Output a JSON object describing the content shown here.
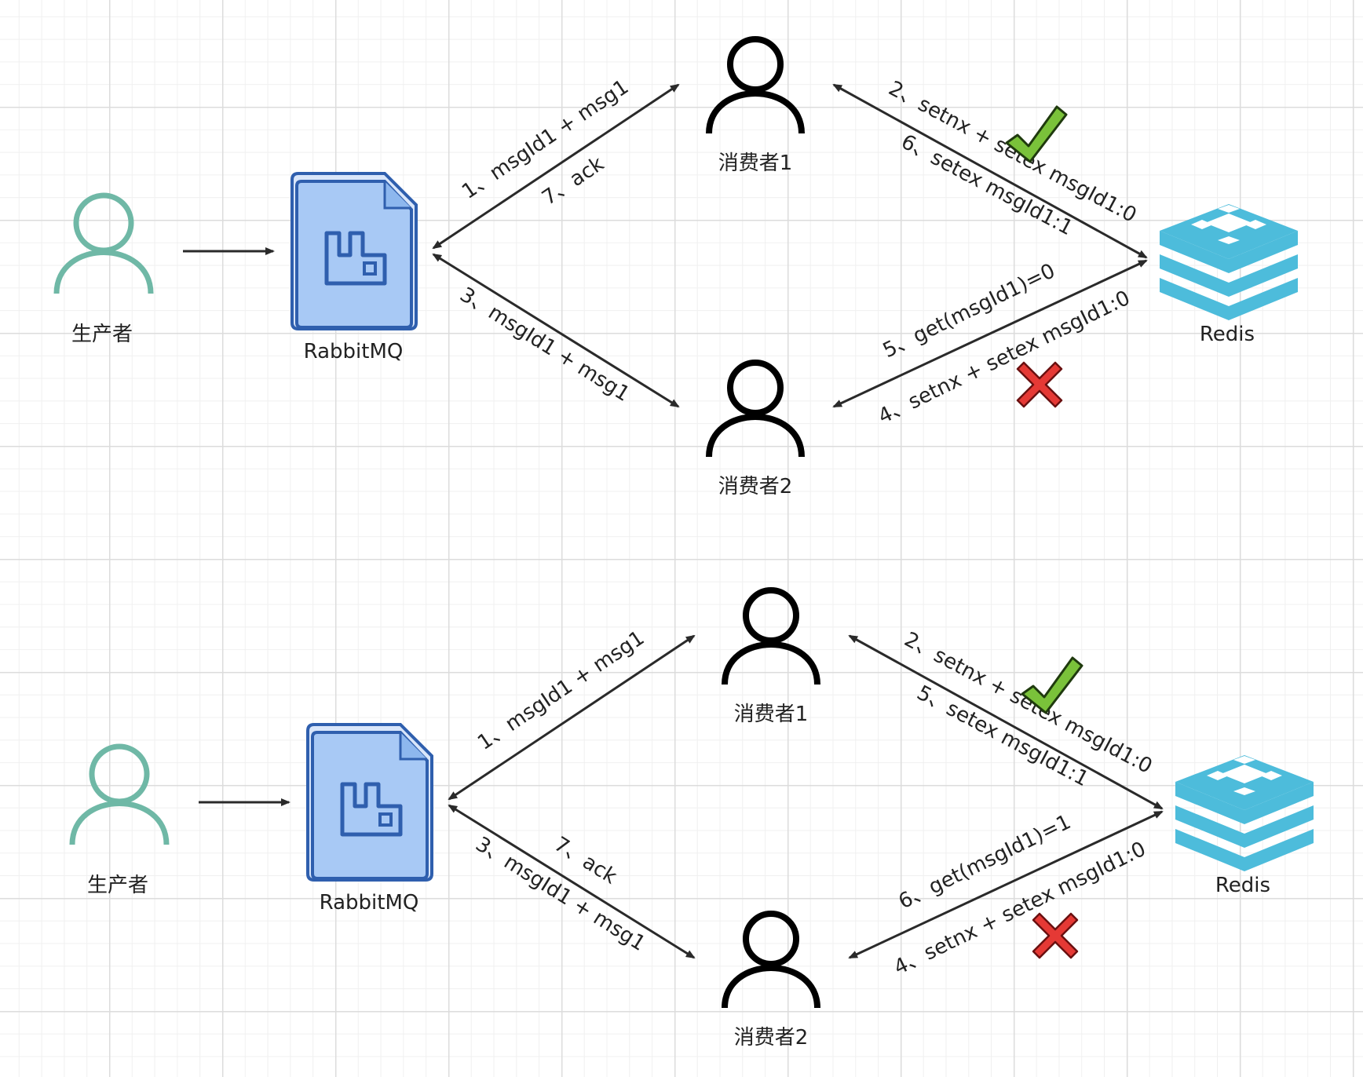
{
  "labels": {
    "producer": "生产者",
    "rabbitmq": "RabbitMQ",
    "consumer1": "消费者1",
    "consumer2": "消费者2",
    "redis": "Redis"
  },
  "colors": {
    "producer_icon": "#6fb8a6",
    "consumer_icon": "#000000",
    "rabbitmq_fill": "#a8c9f5",
    "rabbitmq_stroke": "#2f5fae",
    "redis": "#4dbcdb",
    "check": "#7ac23a",
    "cross": "#e53935",
    "arrow": "#2a2a2a"
  },
  "diagram1": {
    "edge1": "1、msgId1 + msg1",
    "edge7": "7、ack",
    "edge3": "3、msgId1 + msg1",
    "edge2": "2、setnx + setex msgId1:0",
    "edge6": "6、setex msgId1:1",
    "edge5": "5、get(msgId1)=0",
    "edge4": "4、setnx + setex msgId1:0"
  },
  "diagram2": {
    "edge1": "1、msgId1 + msg1",
    "edge7": "7、ack",
    "edge3": "3、msgId1 + msg1",
    "edge2": "2、setnx + setex msgId1:0",
    "edge5": "5、setex msgId1:1",
    "edge6": "6、get(msgId1)=1",
    "edge4": "4、setnx + setex msgId1:0"
  }
}
